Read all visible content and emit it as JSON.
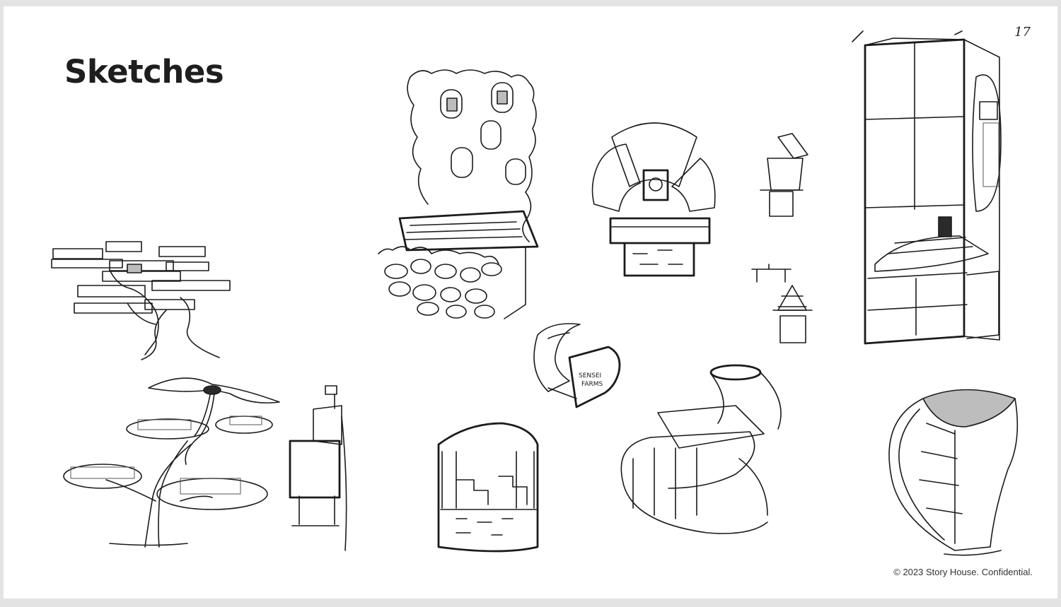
{
  "slide": {
    "title": "Sketches",
    "page_number": "17",
    "footer": "© 2023 Story House. Confidential."
  },
  "sketches": {
    "kiosk_sign_line1": "SENSEI",
    "kiosk_sign_line2": "FARMS"
  }
}
